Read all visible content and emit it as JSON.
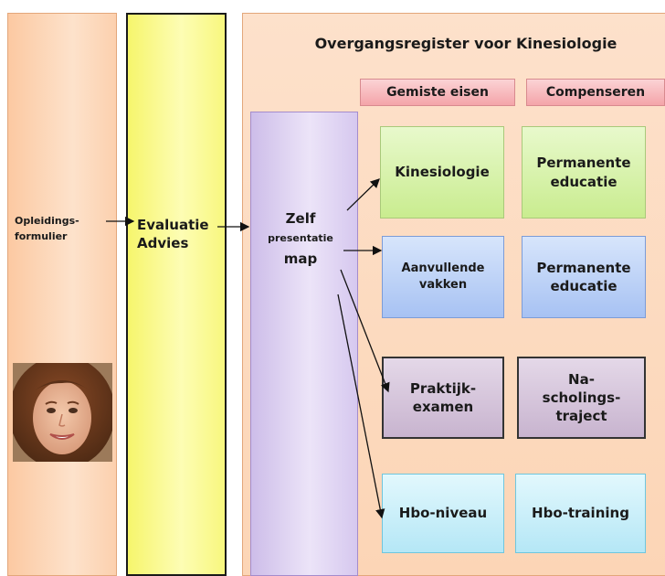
{
  "title": "Overgangsregister voor Kinesiologie",
  "left": {
    "label": "Opleidings-\nformulier",
    "photo": "portrait-photo"
  },
  "evaluatie": {
    "label": "Evaluatie\nAdvies"
  },
  "zelf": {
    "line1": "Zelf",
    "line2": "presentatie",
    "line3": "map"
  },
  "headers": {
    "gemiste": "Gemiste eisen",
    "compenseren": "Compenseren"
  },
  "rows": [
    {
      "left": "Kinesiologie",
      "right": "Permanente\neducatie"
    },
    {
      "left": "Aanvullende\nvakken",
      "right": "Permanente\neducatie"
    },
    {
      "left": "Praktijk-\nexamen",
      "right": "Na-\nscholings-\ntraject"
    },
    {
      "left": "Hbo-niveau",
      "right": "Hbo-training"
    }
  ],
  "colors": {
    "orange_panel": "#fcd7b6",
    "yellow_panel": "#fbfb8e",
    "purple_box": "#ddd1f0",
    "pink_header": "#f7b5b8",
    "green_box": "#d7f3a8",
    "blue_box": "#b5cdf7",
    "mauve_box": "#d4c4d8",
    "cyan_box": "#c4eef9"
  }
}
